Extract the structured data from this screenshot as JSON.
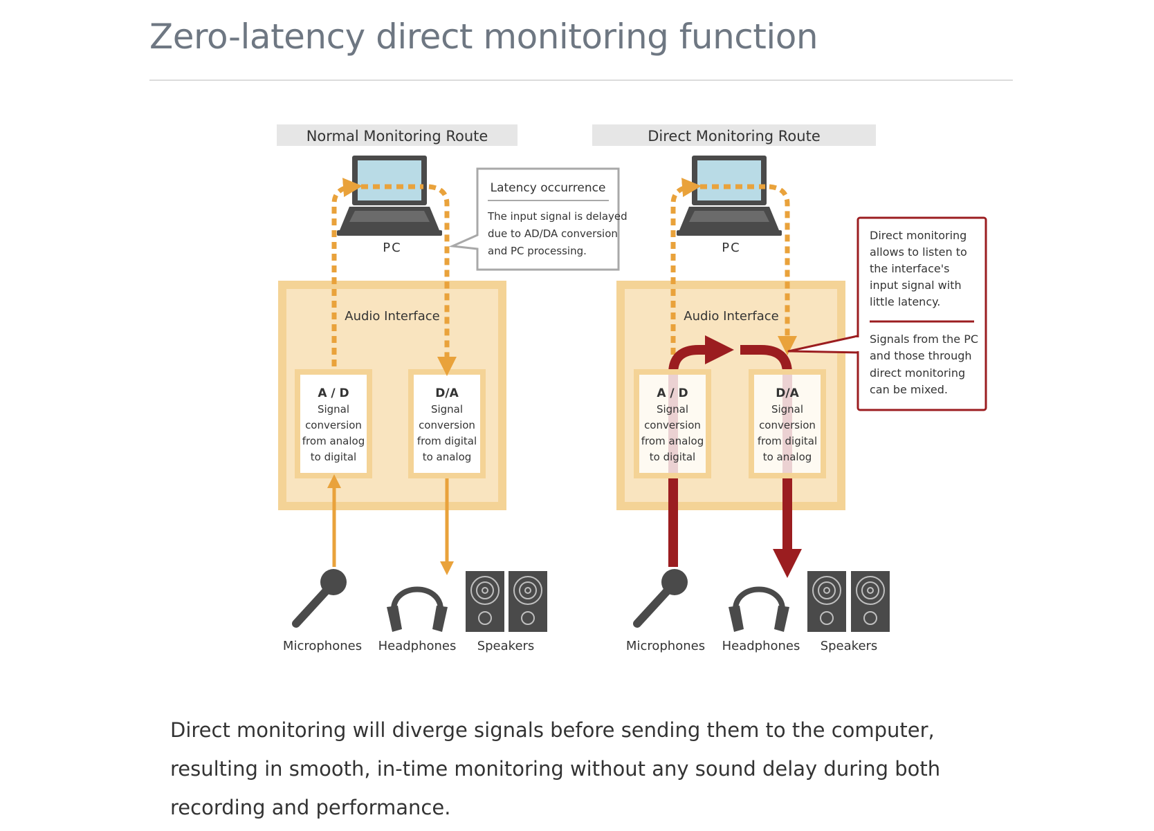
{
  "page": {
    "title": "Zero-latency direct monitoring function",
    "caption": "Direct monitoring will diverge signals before sending them to the computer, resulting in smooth, in-time monitoring without any sound delay during both recording and performance."
  },
  "normal_route": {
    "header": "Normal Monitoring Route",
    "pc_label": "PC",
    "interface_label": "Audio Interface",
    "ad": {
      "title": "A / D",
      "lines": [
        "Signal",
        "conversion",
        "from analog",
        "to digital"
      ]
    },
    "da": {
      "title": "D/A",
      "lines": [
        "Signal",
        "conversion",
        "from digital",
        "to analog"
      ]
    },
    "devices": [
      "Microphones",
      "Headphones",
      "Speakers"
    ]
  },
  "latency_callout": {
    "title": "Latency occurrence",
    "lines": [
      "The input signal is delayed",
      "due to AD/DA conversion",
      "and PC processing."
    ]
  },
  "direct_route": {
    "header": "Direct Monitoring Route",
    "pc_label": "PC",
    "interface_label": "Audio Interface",
    "ad": {
      "title": "A / D",
      "lines": [
        "Signal",
        "conversion",
        "from analog",
        "to digital"
      ]
    },
    "da": {
      "title": "D/A",
      "lines": [
        "Signal",
        "conversion",
        "from digital",
        "to analog"
      ]
    },
    "devices": [
      "Microphones",
      "Headphones",
      "Speakers"
    ]
  },
  "direct_callout": {
    "part1": [
      "Direct monitoring",
      "allows to listen to",
      "the interface's",
      "input signal with",
      "little latency."
    ],
    "part2": [
      "Signals from the PC",
      "and those through",
      "direct monitoring",
      "can be mixed."
    ]
  },
  "colors": {
    "orange": "#e9a23b",
    "dark_red": "#9b1d20",
    "interface_fill": "#f9e4bf",
    "interface_border": "#f4d396",
    "header_fill": "#e6e6e6",
    "device_gray": "#4a4a4a",
    "screen_blue": "#b9dbe6"
  }
}
